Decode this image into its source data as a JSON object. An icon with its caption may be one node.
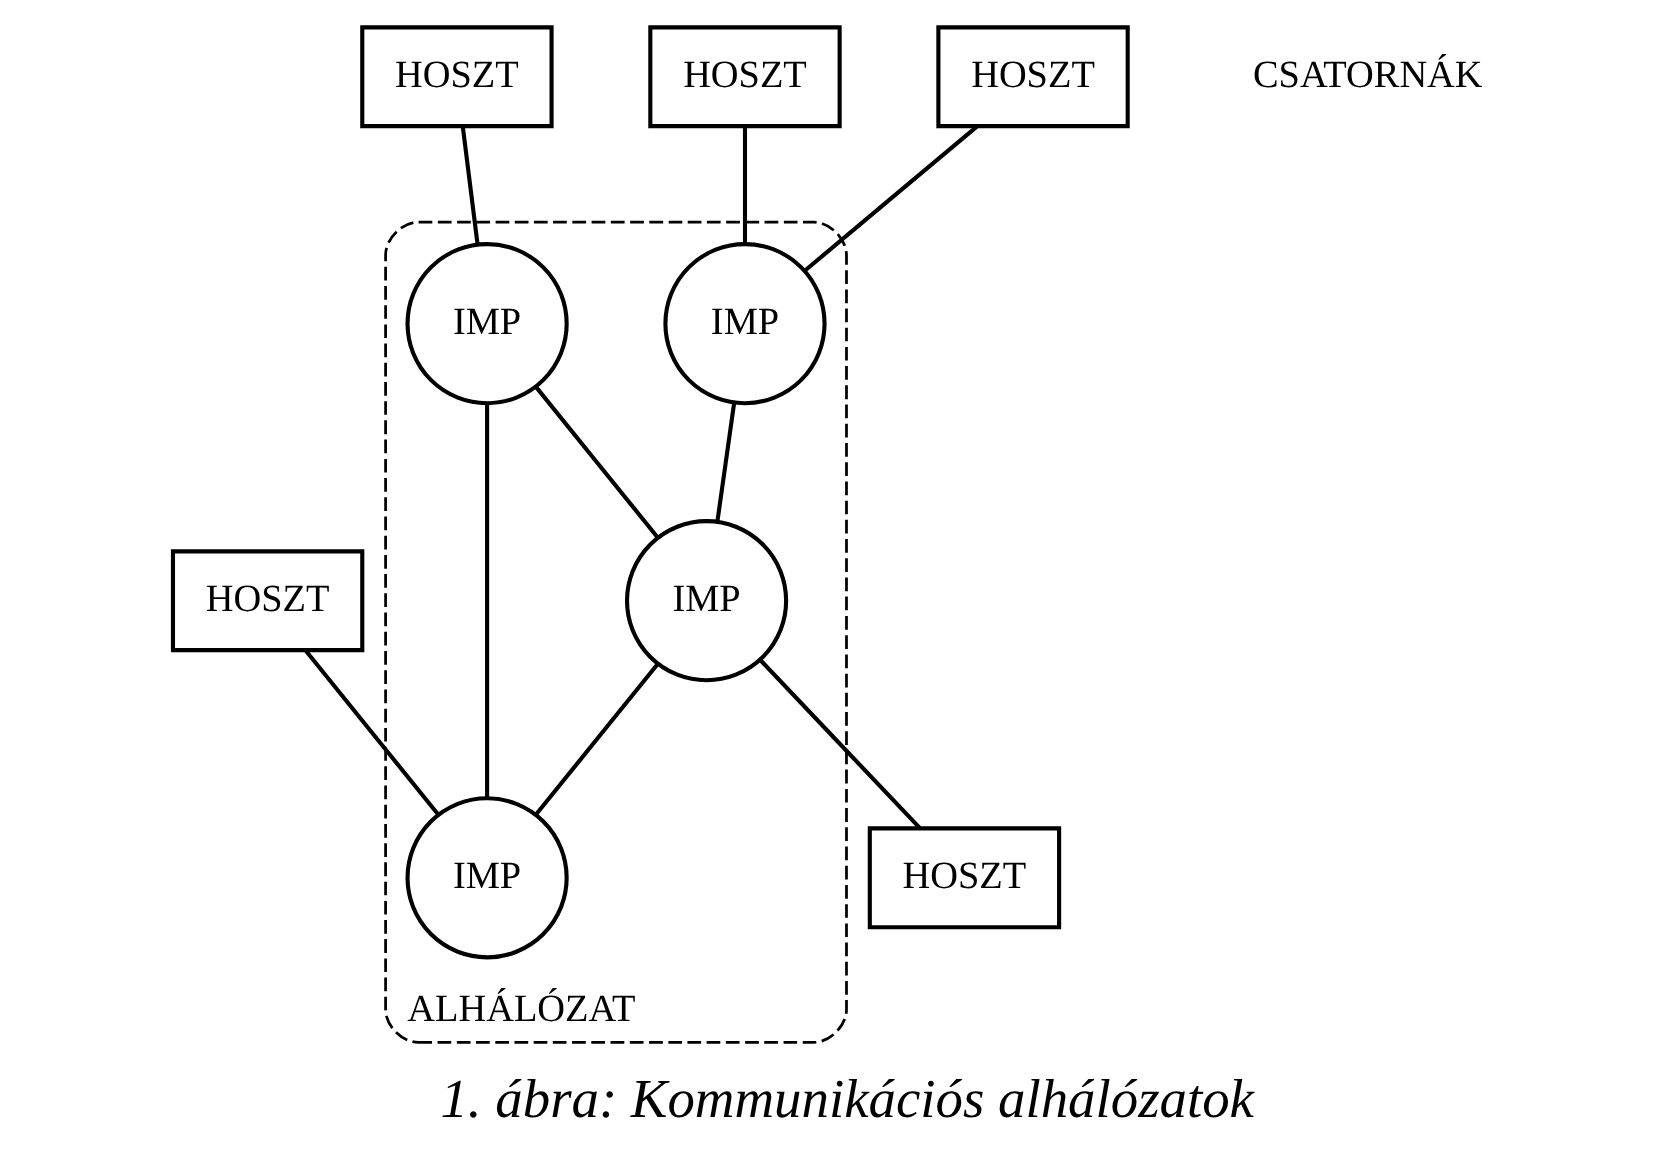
{
  "diagram": {
    "caption": "1. ábra: Kommunikációs alhálózatok",
    "nodes": [
      {
        "text": [
          "ALHÁLÓZAT"
        ]
      },
      {
        "text": [
          "HOSZT"
        ]
      },
      {
        "text": [
          "HOSZT"
        ]
      },
      {
        "text": [
          "IMP"
        ],
        "in": 0
      },
      {
        "text": [
          "HOSZT"
        ]
      },
      {
        "text": [
          "HOSZT"
        ]
      },
      {
        "text": [
          "IMP"
        ],
        "in": 0
      },
      {
        "text": [
          "IMP"
        ],
        "in": 0
      },
      {
        "text": [
          "IMP"
        ],
        "in": 0
      },
      {
        "text": [
          "HOSZT"
        ]
      }
    ],
    "edges": [
      {
        "from": 1,
        "to": 3,
        "arrow": "none"
      },
      {
        "from": 2,
        "to": 3,
        "arrow": "none"
      },
      {
        "from": 3,
        "to": 8,
        "arrow": "none"
      },
      {
        "from": 5,
        "to": 6,
        "arrow": "none"
      },
      {
        "from": 6,
        "to": 7,
        "arrow": "none"
      },
      {
        "from": 6,
        "to": 8,
        "arrow": "none"
      },
      {
        "from": 4,
        "to": 7,
        "arrow": "none"
      },
      {
        "from": 8,
        "to": 7,
        "arrow": "none"
      },
      {
        "from": 8,
        "to": 9,
        "arrow": "none"
      }
    ],
    "labels": [
      "CSATORNÁK"
    ]
  }
}
